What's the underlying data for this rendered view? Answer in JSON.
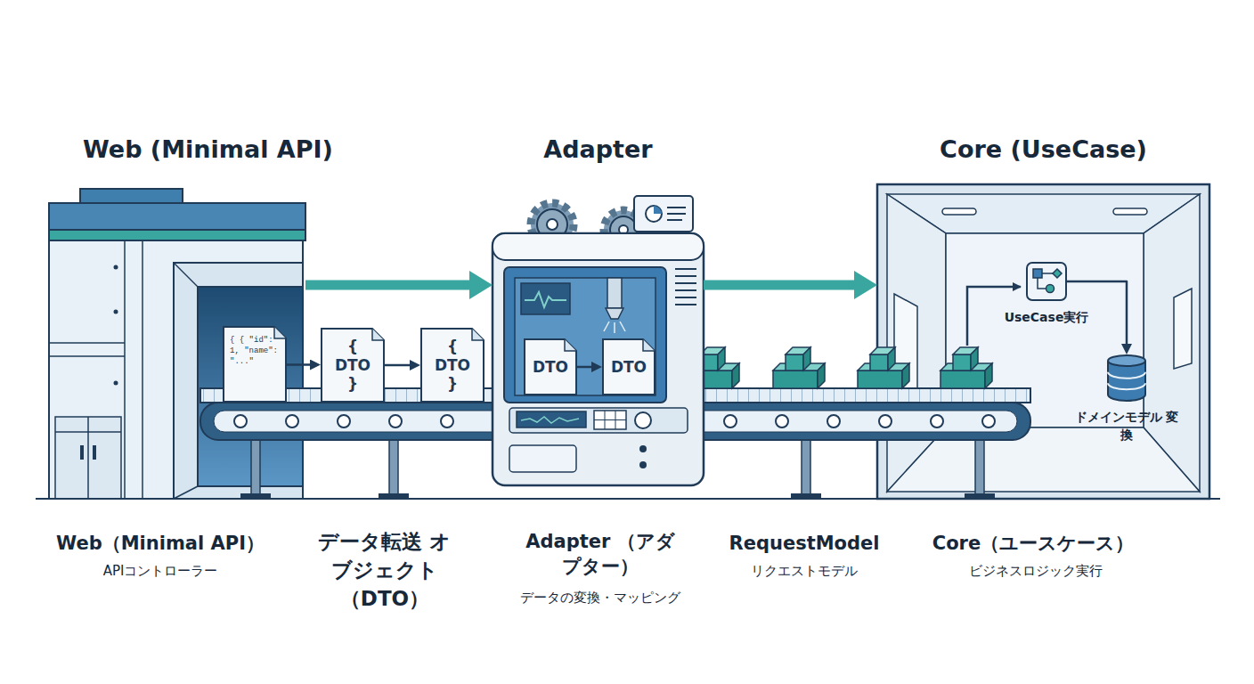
{
  "diagram": {
    "nodes": [
      {
        "text": [
          "Web (Minimal API)"
        ]
      },
      {
        "text": [
          "{ { \"id\": 1, \"name\": \"...\""
        ],
        "in": 0
      },
      {
        "text": [
          "{ DTO }"
        ]
      },
      {
        "text": [
          "{ DTO }"
        ]
      },
      {
        "text": [
          "Adapter"
        ]
      },
      {
        "text": [
          "DTO"
        ],
        "in": 4
      },
      {
        "text": [
          "DTO"
        ],
        "in": 4
      },
      {
        "text": [
          "Core (UseCase)"
        ]
      },
      {
        "text": [
          "UseCase実行"
        ],
        "in": 7
      },
      {
        "text": [
          "ドメインモデル 変換"
        ],
        "in": 7
      }
    ],
    "edges": [
      {
        "from": 1,
        "to": 2,
        "arrow": "to"
      },
      {
        "from": 2,
        "to": 3,
        "arrow": "to"
      },
      {
        "from": 0,
        "to": 4,
        "arrow": "to"
      },
      {
        "from": 5,
        "to": 6,
        "arrow": "to"
      },
      {
        "from": 4,
        "to": 7,
        "arrow": "to"
      },
      {
        "from": 8,
        "to": 9,
        "arrow": "to"
      }
    ],
    "labels": [
      "Web（Minimal API）",
      "APIコントローラー",
      "データ転送 オブジェクト （DTO）",
      "Adapter （アダプター）",
      "データの変換・マッピング",
      "RequestModel",
      "リクエストモデル",
      "Core（ユースケース）",
      "ビジネスロジック実行"
    ]
  }
}
